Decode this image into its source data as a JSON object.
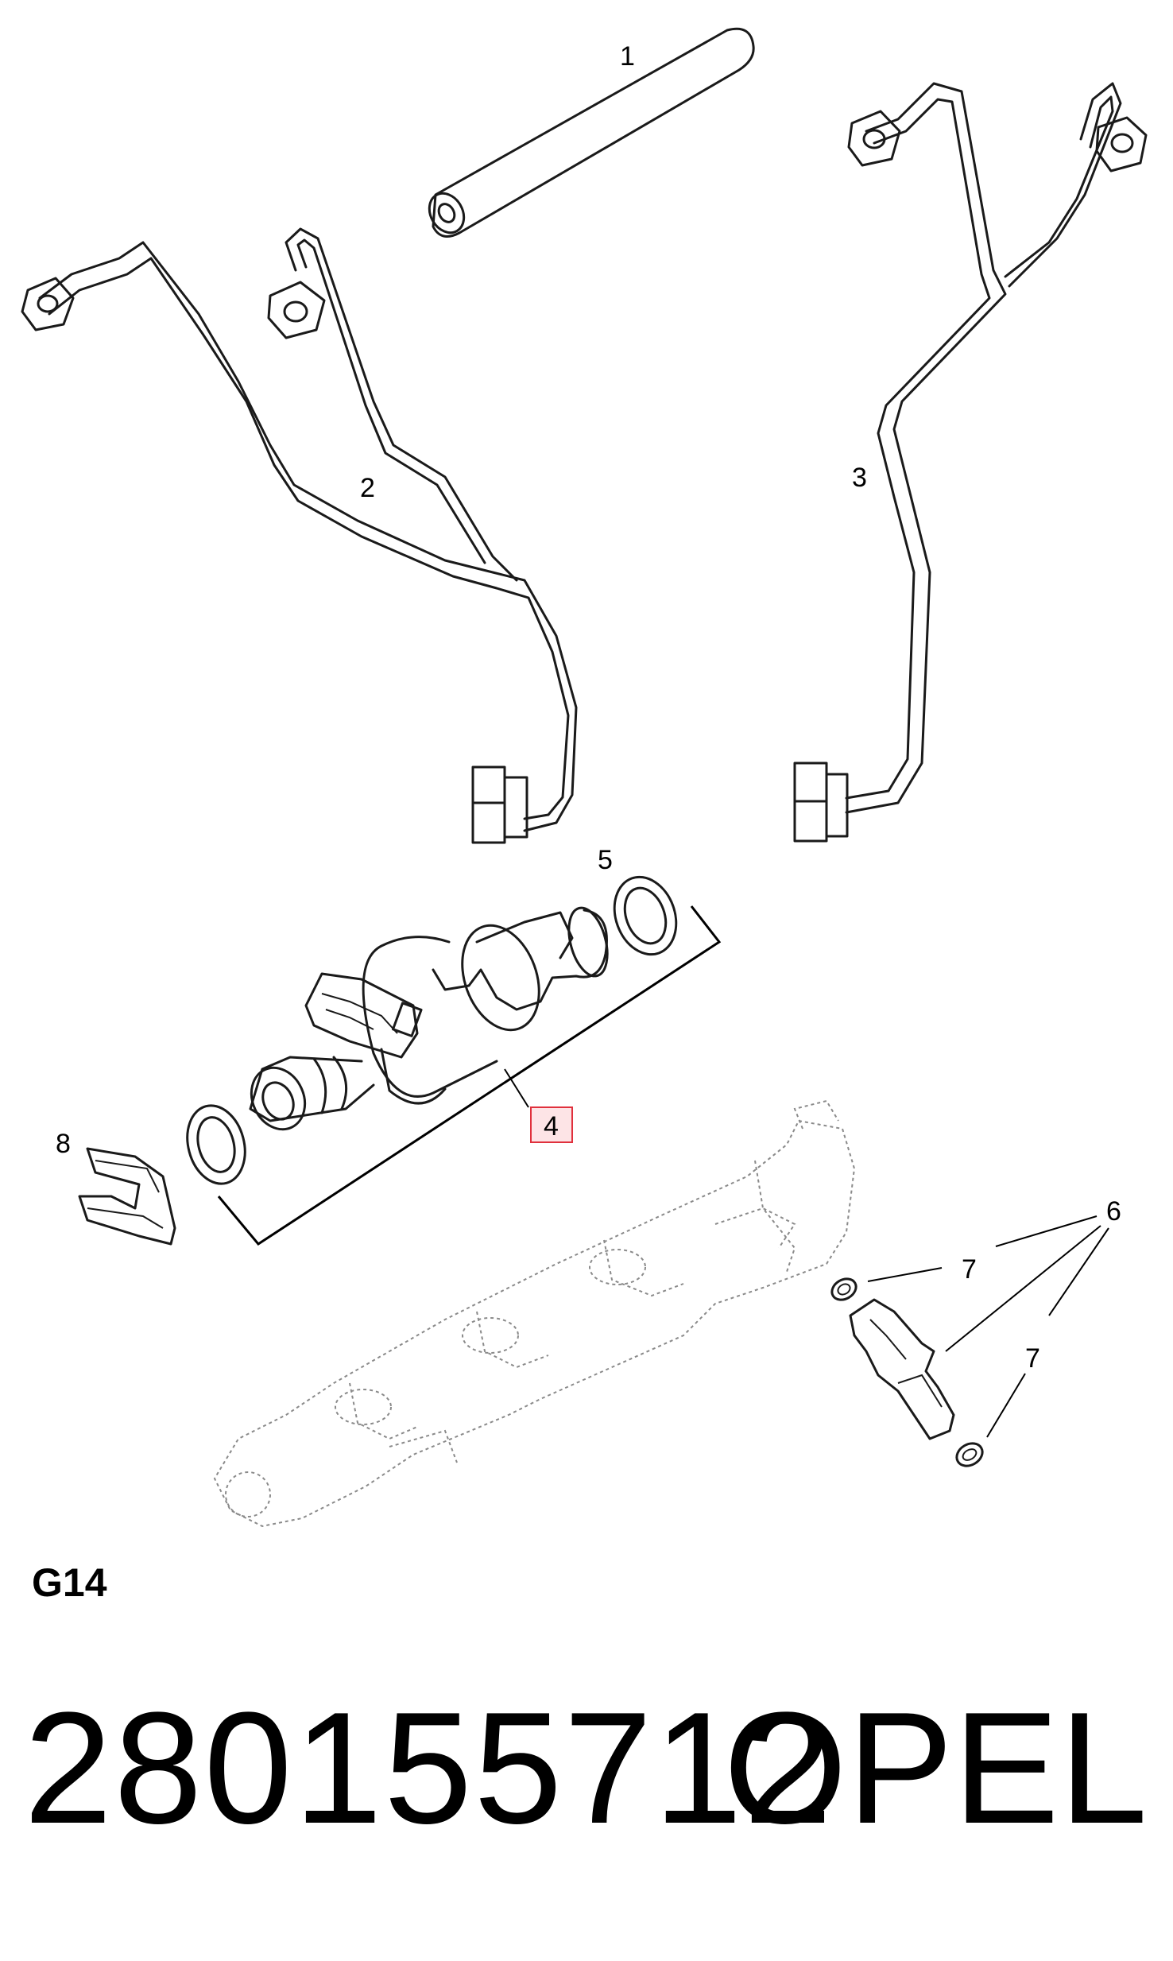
{
  "callouts": {
    "c1": "1",
    "c2": "2",
    "c3": "3",
    "c4": "4",
    "c5": "5",
    "c6": "6",
    "c7a": "7",
    "c7b": "7",
    "c8": "8"
  },
  "highlighted_callout": "4",
  "colors": {
    "highlight_fill": "#fde4e6",
    "highlight_stroke": "#e0303c",
    "line": "#1a1a1a"
  },
  "section_code": "G14",
  "footer": {
    "part_number": "280155712",
    "brand": "OPEL"
  }
}
